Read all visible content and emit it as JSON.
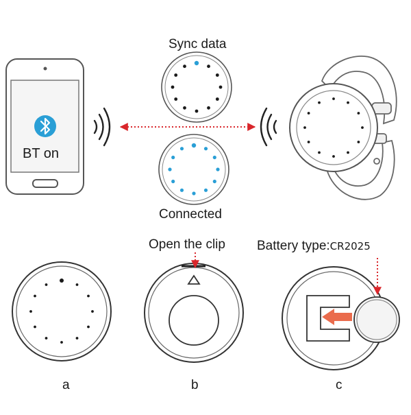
{
  "texts": {
    "sync_data": "Sync data",
    "connected": "Connected",
    "bt_on": "BT on",
    "open_clip": "Open the clip",
    "battery_type": "Battery type:",
    "battery_code": "CR2025",
    "step_a": "a",
    "step_b": "b",
    "step_c": "c"
  },
  "icons": {
    "bluetooth": "bluetooth-icon",
    "phone": "smartphone-icon",
    "watch": "wristband-tracker-icon",
    "signal": "signal-waves-icon",
    "battery": "coin-battery-icon"
  },
  "colors": {
    "accent_blue": "#2a9fd6",
    "arrow_red": "#d9262b",
    "line": "#4a4a4a",
    "light_fill": "#f4f4f4"
  }
}
